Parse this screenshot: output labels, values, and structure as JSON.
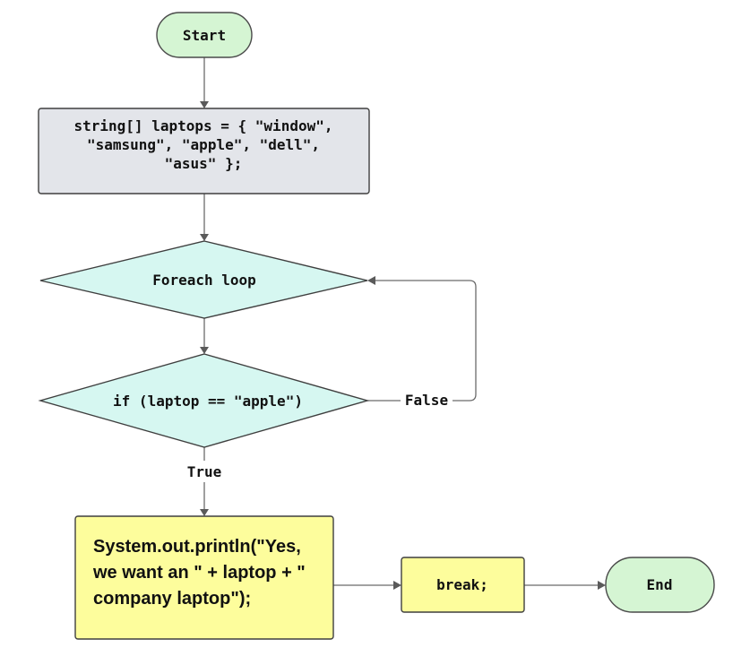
{
  "diagram": {
    "nodes": {
      "start": {
        "label": "Start"
      },
      "init": {
        "lines": [
          "string[] laptops = { \"window\",",
          "\"samsung\", \"apple\", \"dell\",",
          "\"asus\" };"
        ]
      },
      "loop": {
        "label": "Foreach loop"
      },
      "condition": {
        "label": "if (laptop == \"apple\")"
      },
      "print": {
        "lines": [
          "System.out.println(\"Yes,",
          "we want an \" + laptop + \"",
          "company laptop\");"
        ]
      },
      "break": {
        "label": "break;"
      },
      "end": {
        "label": "End"
      }
    },
    "edges": {
      "false_label": "False",
      "true_label": "True"
    },
    "colors": {
      "terminal_fill": "#d5f5d3",
      "terminal_stroke": "#4a4a4a",
      "process_fill": "#e3e5ea",
      "decision_fill": "#d6f7f1",
      "output_fill": "#fdfd9c",
      "stroke": "#3f3f3f"
    }
  }
}
